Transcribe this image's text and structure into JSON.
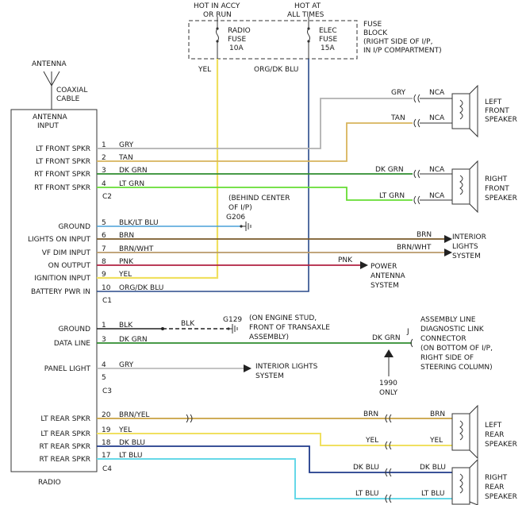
{
  "fuse_block": {
    "hot_accy_1": "HOT IN ACCY",
    "hot_accy_2": "OR RUN",
    "hot_all_1": "HOT AT",
    "hot_all_2": "ALL TIMES",
    "radio_fuse_1": "RADIO",
    "radio_fuse_2": "FUSE",
    "radio_fuse_3": "10A",
    "elec_fuse_1": "ELEC",
    "elec_fuse_2": "FUSE",
    "elec_fuse_3": "15A",
    "label_1": "FUSE",
    "label_2": "BLOCK",
    "label_3": "(RIGHT SIDE OF I/P,",
    "label_4": "IN I/P COMPARTMENT)",
    "yel_wire": "YEL",
    "org_wire": "ORG/DK BLU"
  },
  "antenna": {
    "label": "ANTENNA",
    "coax_1": "COAXIAL",
    "coax_2": "CABLE"
  },
  "radio": {
    "name": "RADIO",
    "antenna_input_1": "ANTENNA",
    "antenna_input_2": "INPUT",
    "c1": "C1",
    "c2": "C2",
    "c3": "C3",
    "c4": "C4"
  },
  "pins": [
    {
      "label": "LT FRONT SPKR",
      "num": "1",
      "wire": "GRY",
      "color": "#b0b0b0"
    },
    {
      "label": "LT FRONT SPKR",
      "num": "2",
      "wire": "TAN",
      "color": "#d8b45c"
    },
    {
      "label": "RT FRONT SPKR",
      "num": "3",
      "wire": "DK GRN",
      "color": "#2e8b2e"
    },
    {
      "label": "RT FRONT SPKR",
      "num": "4",
      "wire": "LT GRN",
      "color": "#66dd33"
    },
    {
      "label": "GROUND",
      "num": "5",
      "wire": "BLK/LT BLU",
      "color": "#4aa0d8"
    },
    {
      "label": "LIGHTS ON INPUT",
      "num": "6",
      "wire": "BRN",
      "color": "#7a5a2a"
    },
    {
      "label": "VF DIM INPUT",
      "num": "7",
      "wire": "BRN/WHT",
      "color": "#b89a6a"
    },
    {
      "label": "ON OUTPUT",
      "num": "8",
      "wire": "PNK",
      "color": "#b02040"
    },
    {
      "label": "IGNITION INPUT",
      "num": "9",
      "wire": "YEL",
      "color": "#f0e060"
    },
    {
      "label": "BATTERY PWR IN",
      "num": "10",
      "wire": "ORG/DK BLU",
      "color": "#2a4a8a"
    },
    {
      "label": "GROUND",
      "num": "1",
      "wire": "BLK",
      "color": "#222222"
    },
    {
      "label": "DATA LINE",
      "num": "3",
      "wire": "DK GRN",
      "color": "#2e8b2e"
    },
    {
      "label": "PANEL LIGHT",
      "num": "4",
      "wire": "GRY",
      "color": "#b0b0b0"
    },
    {
      "label": "",
      "num": "5",
      "wire": "",
      "color": ""
    },
    {
      "label": "LT REAR SPKR",
      "num": "20",
      "wire": "BRN/YEL",
      "color": "#c8a040"
    },
    {
      "label": "LT REAR SPKR",
      "num": "19",
      "wire": "YEL",
      "color": "#f0e060"
    },
    {
      "label": "RT REAR SPKR",
      "num": "18",
      "wire": "DK BLU",
      "color": "#1f3a8a"
    },
    {
      "label": "RT REAR SPKR",
      "num": "17",
      "wire": "LT BLU",
      "color": "#66d8e8"
    }
  ],
  "right_labels": {
    "gry": "GRY",
    "tan": "TAN",
    "dkgrn": "DK GRN",
    "ltgrn": "LT GRN",
    "nca1": "NCA",
    "nca2": "NCA",
    "nca3": "NCA",
    "nca4": "NCA",
    "brn": "BRN",
    "brnwht": "BRN/WHT",
    "pnk": "PNK",
    "dkgrn_j": "DK GRN",
    "j": "J",
    "rr_brn": "BRN",
    "rr_brn2": "BRN",
    "rr_yel": "YEL",
    "rr_yel2": "YEL",
    "rr_dkblu": "DK BLU",
    "rr_dkblu2": "DK BLU",
    "rr_ltblu": "LT BLU",
    "rr_ltblu2": "LT BLU"
  },
  "speakers": {
    "lf_1": "LEFT",
    "lf_2": "FRONT",
    "lf_3": "SPEAKER",
    "rf_1": "RIGHT",
    "rf_2": "FRONT",
    "rf_3": "SPEAKER",
    "lr_1": "LEFT",
    "lr_2": "REAR",
    "lr_3": "SPEAKER",
    "rr_1": "RIGHT",
    "rr_2": "REAR",
    "rr_3": "SPEAKER"
  },
  "notes": {
    "behind_1": "(BEHIND CENTER",
    "behind_2": "OF I/P)",
    "g206": "G206",
    "interior_1": "INTERIOR",
    "interior_2": "LIGHTS",
    "interior_3": "SYSTEM",
    "power_1": "POWER",
    "power_2": "ANTENNA",
    "power_3": "SYSTEM",
    "blk": "BLK",
    "g129": "G129",
    "engine_1": "(ON ENGINE STUD,",
    "engine_2": "FRONT OF TRANSAXLE",
    "engine_3": "ASSEMBLY)",
    "dlc_1": "ASSEMBLY LINE",
    "dlc_2": "DIAGNOSTIC LINK",
    "dlc_3": "CONNECTOR",
    "dlc_4": "(ON BOTTOM OF I/P,",
    "dlc_5": "RIGHT SIDE OF",
    "dlc_6": "STEERING COLUMN)",
    "year_1": "1990",
    "year_2": "ONLY",
    "il2_1": "INTERIOR LIGHTS",
    "il2_2": "SYSTEM"
  }
}
